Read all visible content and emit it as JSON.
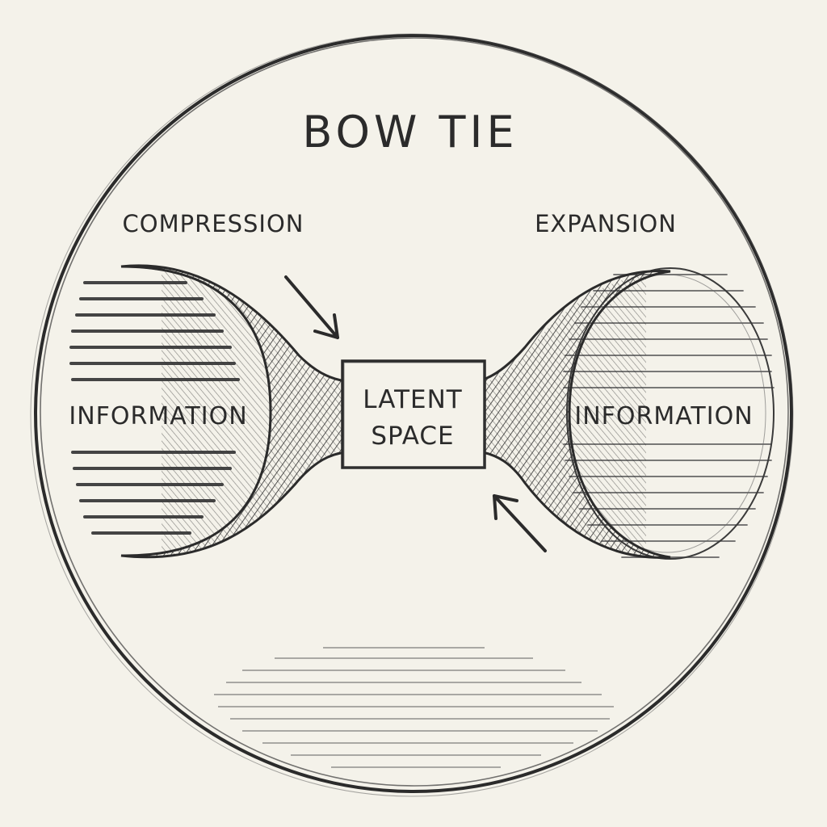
{
  "diagram": {
    "title": "BOW TIE",
    "left_label": "COMPRESSION",
    "right_label": "EXPANSION",
    "left_node": "INFORMATION",
    "right_node": "INFORMATION",
    "center_line1": "LATENT",
    "center_line2": "SPACE"
  },
  "colors": {
    "paper": "#f4f2ea",
    "ink": "#2b2b2b",
    "shade": "#3a3a3a"
  }
}
